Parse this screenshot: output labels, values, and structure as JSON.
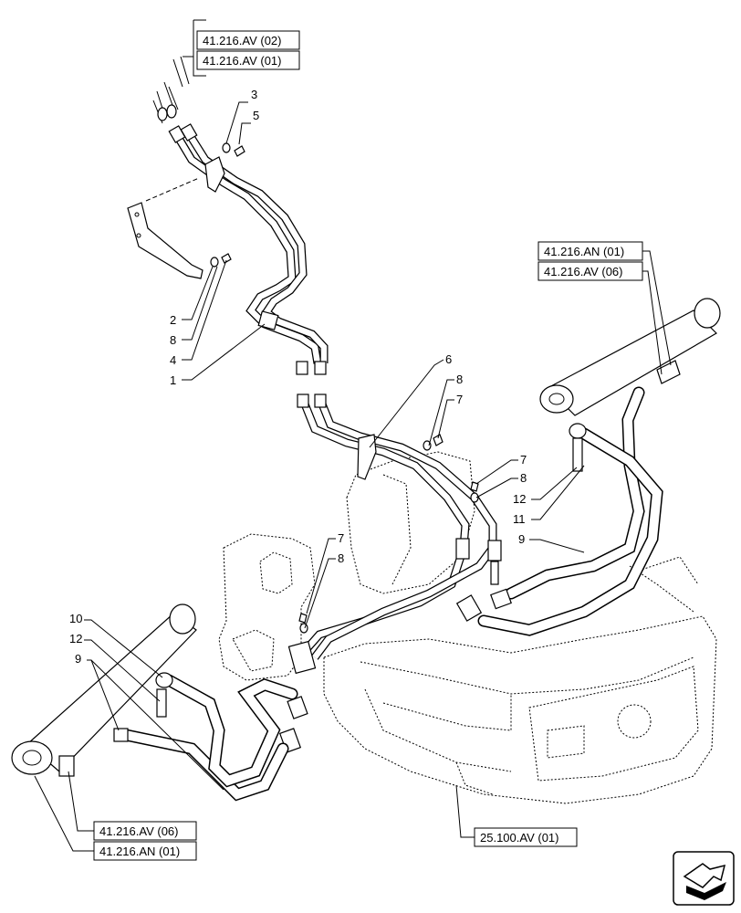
{
  "references": {
    "top_left_a": "41.216.AV (02)",
    "top_left_b": "41.216.AV (01)",
    "right_a": "41.216.AN (01)",
    "right_b": "41.216.AV (06)",
    "bottom_left_a": "41.216.AV (06)",
    "bottom_left_b": "41.216.AN (01)",
    "bottom_center": "25.100.AV (01)"
  },
  "callouts": {
    "c3": "3",
    "c5": "5",
    "c2": "2",
    "c8a": "8",
    "c4": "4",
    "c1": "1",
    "c6": "6",
    "c8b": "8",
    "c7a": "7",
    "c7b": "7",
    "c8c": "8",
    "c12a": "12",
    "c11": "11",
    "c9a": "9",
    "c7c": "7",
    "c8d": "8",
    "c10": "10",
    "c12b": "12",
    "c9b": "9"
  },
  "icons": {
    "nav": "next-page-arrow-icon"
  }
}
